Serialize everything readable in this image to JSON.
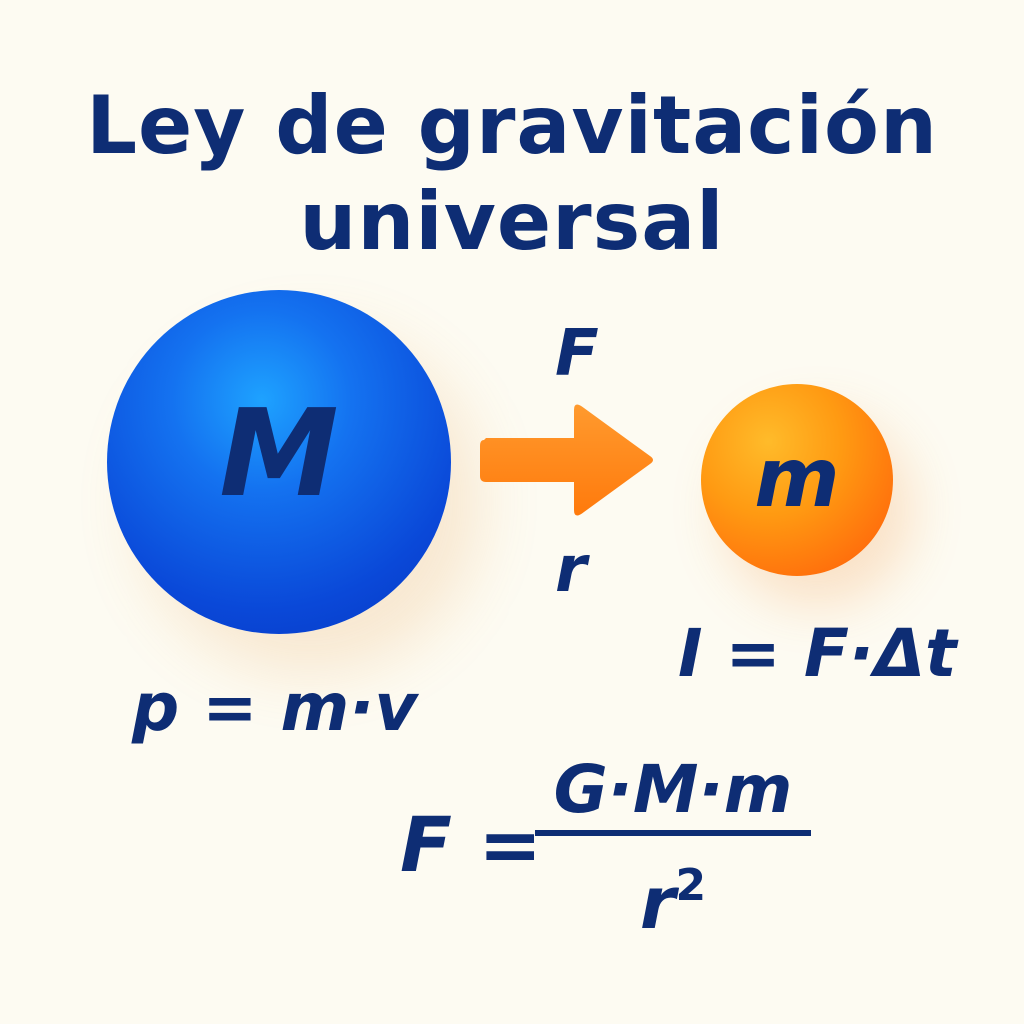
{
  "title": {
    "line1": "Ley de gravitación",
    "line2": "universal"
  },
  "bodies": {
    "large": {
      "label": "M",
      "color": "#0a52e0"
    },
    "small": {
      "label": "m",
      "color": "#ff8a10"
    }
  },
  "arrow": {
    "color": "#ff8a1c",
    "force_label": "F",
    "distance_label": "r"
  },
  "equations": {
    "momentum": "p = m·v",
    "impulse": "I = F·Δt",
    "gravity": {
      "lhs": "F =",
      "numerator": "G·M·m",
      "denominator_base": "r",
      "denominator_exponent": "2"
    }
  },
  "colors": {
    "background": "#fdfbf2",
    "text": "#0e2d74"
  }
}
